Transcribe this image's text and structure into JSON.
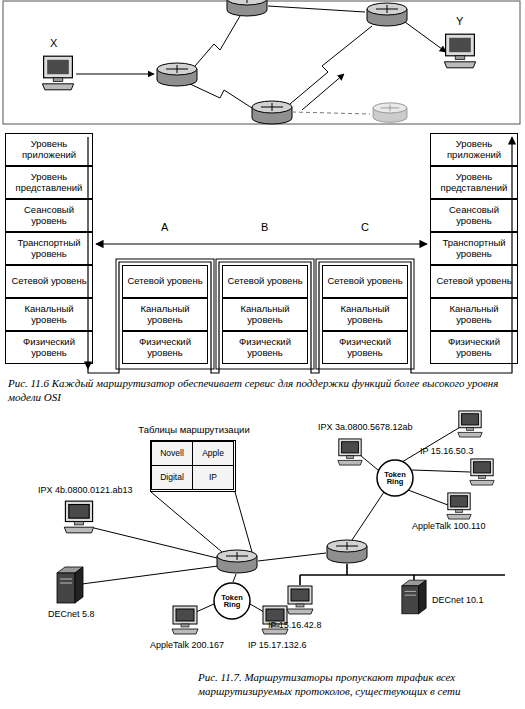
{
  "diagram": {
    "caption": "Рис. 11.6 Каждый маршрутизатор обеспечивает сервис для поддержки функций более высокого уровня модели OSI",
    "nodes": [
      {
        "text": [
          "Уровень приложений"
        ]
      },
      {
        "text": [
          "Уровень представлений"
        ]
      },
      {
        "text": [
          "Сеансовый уровень"
        ]
      },
      {
        "text": [
          "Транспортный уровень"
        ]
      },
      {
        "text": [
          "Сетевой уровень"
        ]
      },
      {
        "text": [
          "Канальный уровень"
        ]
      },
      {
        "text": [
          "Физический уровень"
        ]
      },
      {
        "text": [
          "Сетевой уровень"
        ]
      },
      {
        "text": [
          "Канальный уровень"
        ]
      },
      {
        "text": [
          "Физический уровень"
        ]
      },
      {
        "text": [
          "Сетевой уровень"
        ]
      },
      {
        "text": [
          "Канальный уровень"
        ]
      },
      {
        "text": [
          "Физический уровень"
        ]
      },
      {
        "text": [
          "Сетевой уровень"
        ]
      },
      {
        "text": [
          "Канальный уровень"
        ]
      },
      {
        "text": [
          "Физический уровень"
        ]
      },
      {
        "text": [
          "Уровень приложений"
        ]
      },
      {
        "text": [
          "Уровень представлений"
        ]
      },
      {
        "text": [
          "Сеансовый уровень"
        ]
      },
      {
        "text": [
          "Транспортный уровень"
        ]
      },
      {
        "text": [
          "Сетевой уровень"
        ]
      },
      {
        "text": [
          "Канальный уровень"
        ]
      },
      {
        "text": [
          "Физический уровень"
        ]
      },
      {
        "text": [
          "Таблицы маршрутизации"
        ]
      },
      {
        "text": [
          "Novell"
        ],
        "in": 23
      },
      {
        "text": [
          "Apple"
        ],
        "in": 23
      },
      {
        "text": [
          "Digital"
        ],
        "in": 23
      },
      {
        "text": [
          "IP"
        ],
        "in": 23
      },
      {
        "text": [
          "Token Ring"
        ]
      },
      {
        "text": [
          "Token Ring"
        ]
      }
    ],
    "labels": [
      "X",
      "Y",
      "A",
      "B",
      "C",
      "IPX 3a.0800.5678.12ab",
      "IP 15.16.50.3",
      "IPX 4b.0800.0121.ab13",
      "AppleTalk 100.110",
      "IP 15.16.42.8",
      "DECnet 10.1",
      "DECnet 5.8",
      "AppleTalk 200.167",
      "IP 15.17.132.6",
      "Рис. 11.7. Маршрутизаторы пропускают трафик всех маршрутизируемых протоколов, существующих в сети"
    ]
  }
}
